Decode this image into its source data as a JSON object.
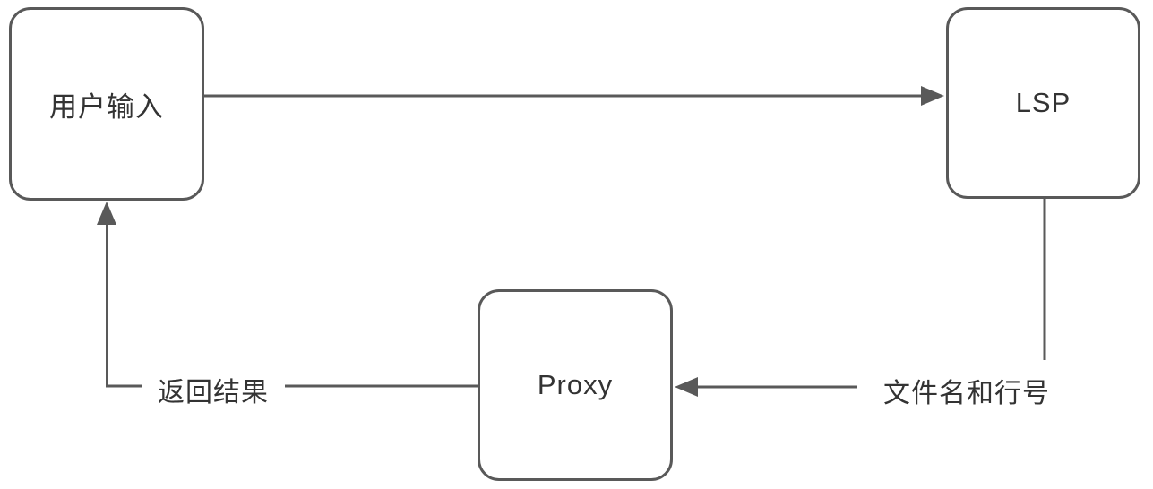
{
  "diagram": {
    "title": "LSP proxy flow diagram",
    "colors": {
      "stroke": "#595959",
      "text": "#333333",
      "background": "#ffffff"
    },
    "nodes": [
      {
        "id": "user-input",
        "label": "用户输入"
      },
      {
        "id": "lsp",
        "label": "LSP"
      },
      {
        "id": "proxy",
        "label": "Proxy"
      }
    ],
    "edges": [
      {
        "from": "user-input",
        "to": "lsp",
        "label": ""
      },
      {
        "from": "lsp",
        "to": "proxy",
        "label": "文件名和行号"
      },
      {
        "from": "proxy",
        "to": "user-input",
        "label": "返回结果"
      }
    ]
  }
}
